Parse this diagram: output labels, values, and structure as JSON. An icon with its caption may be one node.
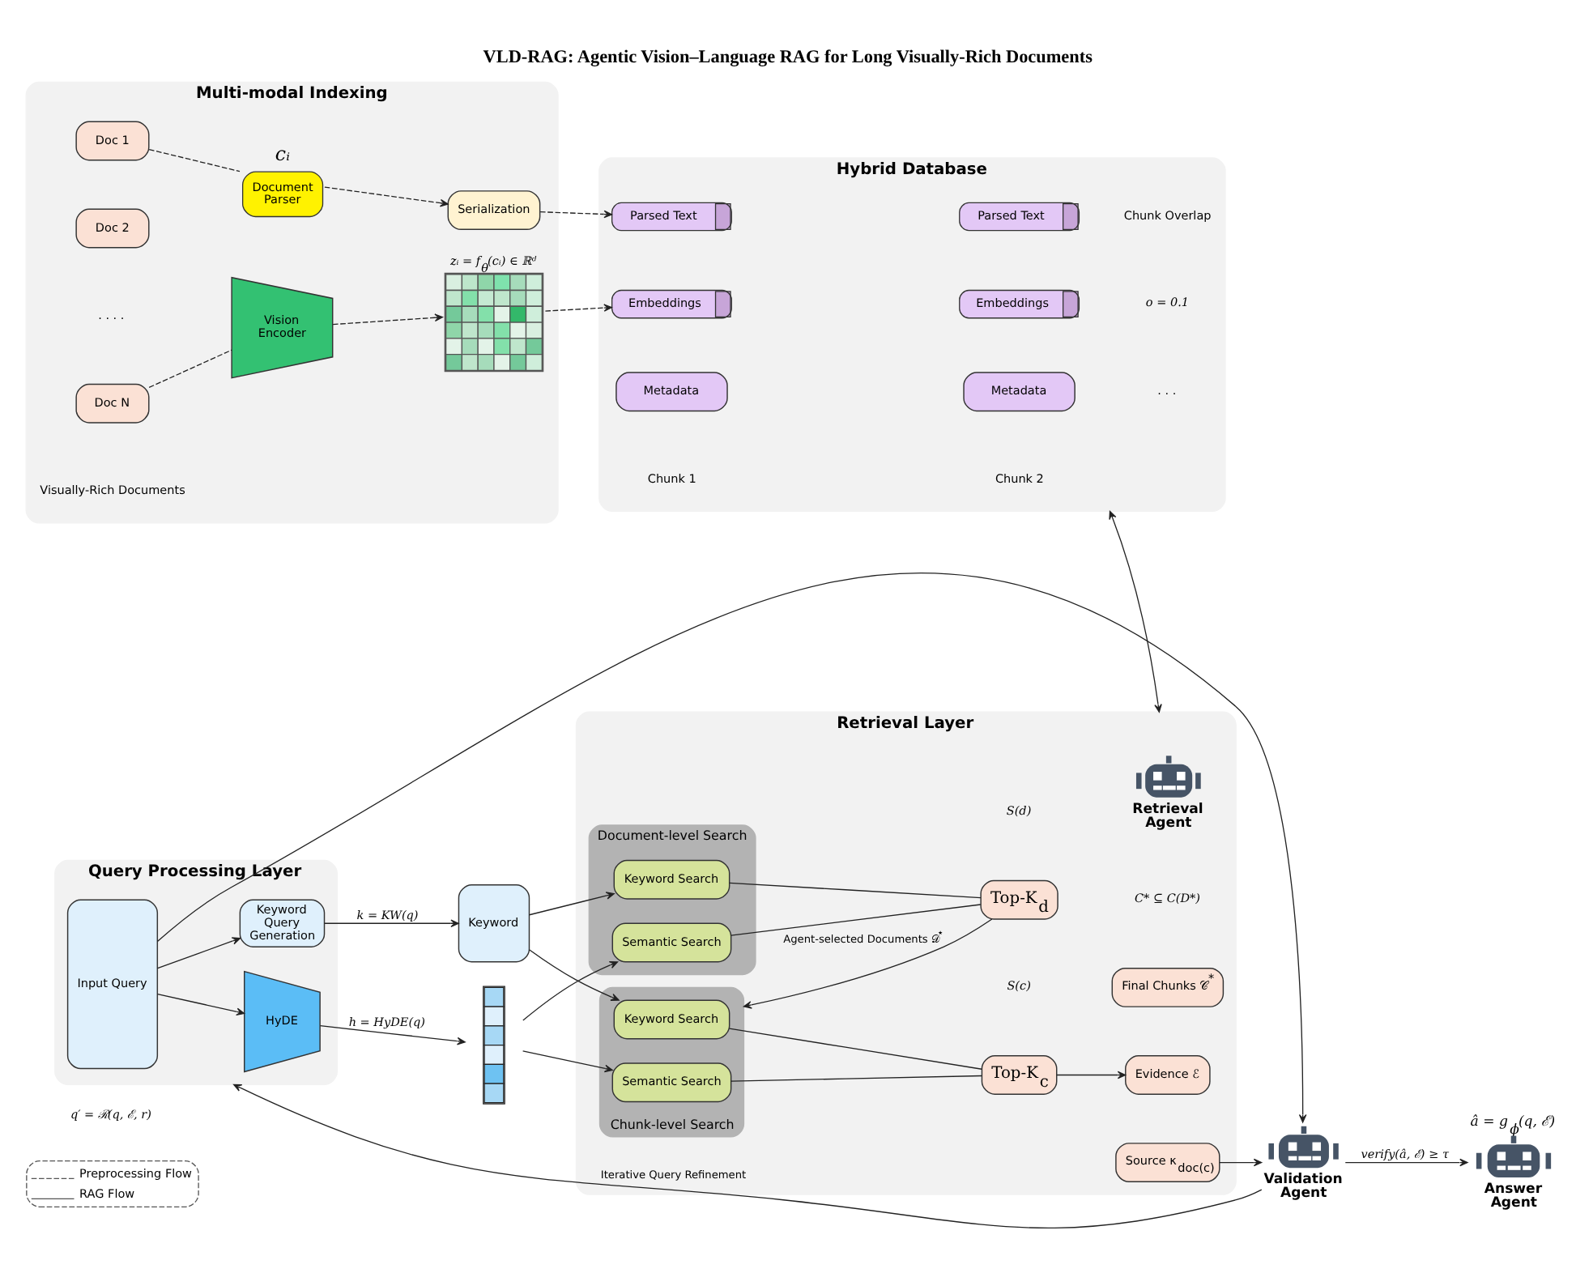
{
  "diagram": {
    "title": "VLD-RAG: Agentic Vision–Language RAG for Long Visually-Rich Documents",
    "nodes": [
      {
        "text": [
          "Multi-modal Indexing"
        ]
      },
      {
        "text": [
          "Doc 1"
        ],
        "in": 0
      },
      {
        "text": [
          "Doc 2"
        ],
        "in": 0
      },
      {
        "text": [
          "Doc N"
        ],
        "in": 0
      },
      {
        "text": [
          "Document Parser"
        ],
        "in": 0,
        "beside": [
          "cᵢ"
        ]
      },
      {
        "text": [
          "Serialization"
        ],
        "in": 0
      },
      {
        "text": [
          "Vision Encoder"
        ],
        "in": 0
      },
      {
        "text": [
          "zᵢ = f$_{θ}$(cᵢ) ∈ ℝᵈ"
        ],
        "in": 0
      },
      {
        "text": [
          "Hybrid Database"
        ]
      },
      {
        "text": [
          "Parsed Text"
        ],
        "in": 8
      },
      {
        "text": [
          "Parsed Text"
        ],
        "in": 8
      },
      {
        "text": [
          "Embeddings"
        ],
        "in": 8
      },
      {
        "text": [
          "Embeddings"
        ],
        "in": 8
      },
      {
        "text": [
          "Metadata"
        ],
        "in": 8
      },
      {
        "text": [
          "Metadata"
        ],
        "in": 8
      },
      {
        "text": [
          "Query Processing Layer"
        ]
      },
      {
        "text": [
          "Input Query"
        ],
        "in": 15
      },
      {
        "text": [
          "Keyword Query Generation"
        ],
        "in": 15
      },
      {
        "text": [
          "HyDE"
        ],
        "in": 15
      },
      {
        "text": [
          "Keyword"
        ]
      },
      {
        "text": [],
        "shape": "bar"
      },
      {
        "text": [
          "Retrieval Layer"
        ]
      },
      {
        "text": [
          "Document-level Search"
        ],
        "in": 21
      },
      {
        "text": [
          "Keyword Search"
        ],
        "in": 22
      },
      {
        "text": [
          "Semantic Search"
        ],
        "in": 22
      },
      {
        "text": [
          "Top-K$_{d}$"
        ],
        "in": 21
      },
      {
        "text": [
          "Retrieval Agent"
        ],
        "in": 21
      },
      {
        "text": [
          "Chunk-level Search"
        ],
        "in": 21
      },
      {
        "text": [
          "Keyword Search"
        ],
        "in": 27
      },
      {
        "text": [
          "Semantic Search"
        ],
        "in": 27
      },
      {
        "text": [
          "Top-K$_{c}$"
        ],
        "in": 21
      },
      {
        "text": [
          "Final Chunks 𝒞$^{*}$"
        ],
        "in": 21
      },
      {
        "text": [
          "Evidence ℰ"
        ],
        "in": 21
      },
      {
        "text": [
          "Source κ$_{doc(c)}$"
        ],
        "in": 21
      },
      {
        "text": [
          "Answer Agent"
        ],
        "beside": [
          "â = g$_{ϕ}$(q, ℰ)"
        ]
      },
      {
        "text": [
          "Validation Agent"
        ]
      }
    ],
    "edges": [
      {
        "from": 1,
        "to": 4,
        "arrow": "none",
        "style": "dashed"
      },
      {
        "from": 4,
        "to": 5,
        "arrow": "to",
        "style": "dashed"
      },
      {
        "from": 5,
        "to": 9,
        "arrow": "to",
        "style": "dashed"
      },
      {
        "from": 3,
        "to": 6,
        "arrow": "none",
        "style": "dashed"
      },
      {
        "from": 6,
        "to": 7,
        "arrow": "to",
        "style": "dashed"
      },
      {
        "from": 7,
        "to": 11,
        "arrow": "to",
        "style": "dashed"
      },
      {
        "from": 8,
        "to": 21,
        "arrow": "both"
      },
      {
        "from": 16,
        "to": 35,
        "arrow": "to"
      },
      {
        "from": 16,
        "to": 18,
        "arrow": "to"
      },
      {
        "from": 16,
        "to": 17,
        "arrow": "to"
      },
      {
        "from": 17,
        "to": 19,
        "arrow": "to",
        "label": "k = KW(q)"
      },
      {
        "from": 18,
        "to": 20,
        "arrow": "to",
        "label": "h = HyDE(q)"
      },
      {
        "from": 19,
        "to": 23,
        "arrow": "to"
      },
      {
        "from": 19,
        "to": 28,
        "arrow": "to"
      },
      {
        "from": 20,
        "to": 24,
        "arrow": "to"
      },
      {
        "from": 20,
        "to": 29,
        "arrow": "to"
      },
      {
        "from": 23,
        "to": 25,
        "arrow": "none"
      },
      {
        "from": 24,
        "to": 25,
        "arrow": "none"
      },
      {
        "from": 25,
        "to": 27,
        "arrow": "to",
        "label": "Agent-selected Documents 𝒟$^{⋆}$"
      },
      {
        "from": 28,
        "to": 30,
        "arrow": "none"
      },
      {
        "from": 29,
        "to": 30,
        "arrow": "none"
      },
      {
        "from": 30,
        "to": 32,
        "arrow": "to"
      },
      {
        "from": 33,
        "to": 35,
        "arrow": "to"
      },
      {
        "from": 35,
        "to": 34,
        "arrow": "to",
        "label": "verify(â, ℰ) ≥ τ"
      },
      {
        "from": 35,
        "to": 15,
        "arrow": "to",
        "label": "Iterative Query Refinement"
      }
    ],
    "labels": [
      ". . . .",
      "Visually-Rich Documents",
      "Chunk Overlap",
      "o = 0.1",
      ". . .",
      "Chunk 1",
      "Chunk 2",
      "S(d)",
      "C* ⊆ C(D*)",
      "S(c)",
      "q′ = ℛ(q, ℰ, r)"
    ],
    "legend": [
      {
        "text": "Preprocessing Flow"
      },
      {
        "text": "RAG Flow"
      }
    ]
  }
}
